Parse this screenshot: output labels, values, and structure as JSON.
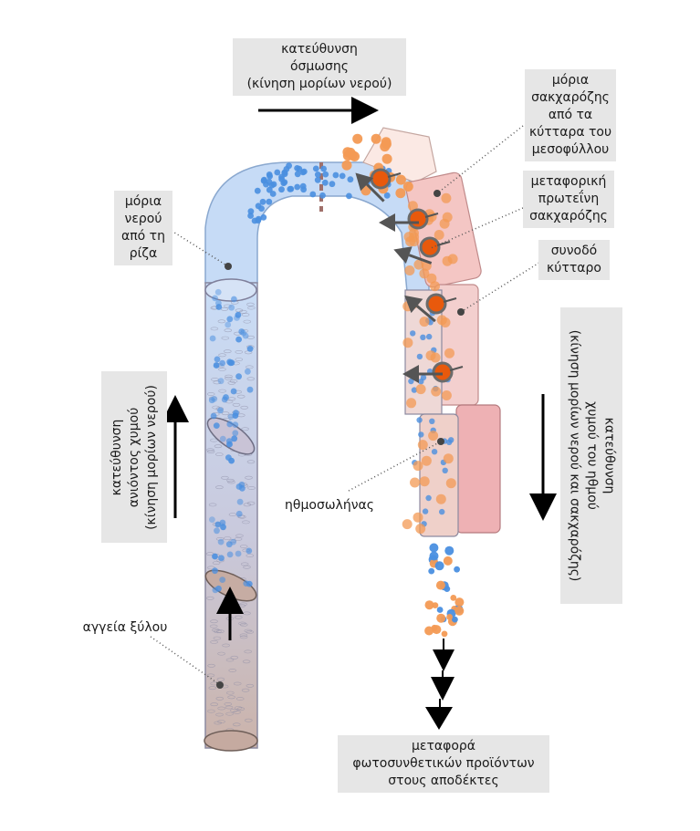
{
  "labels": {
    "osmosis": [
      "κατεύθυνση",
      "όσμωσης",
      "(κίνηση μορίων νερού)"
    ],
    "sucrose_molecules": [
      "μόρια",
      "σακχαρόζης",
      "από τα",
      "κύτταρα του",
      "μεσοφύλλου"
    ],
    "transport_protein": [
      "μεταφορική",
      "πρωτεΐνη",
      "σακχαρόζης"
    ],
    "companion_cell": [
      "συνοδό",
      "κύτταρο"
    ],
    "water_molecules": [
      "μόρια",
      "νερού",
      "από τη",
      "ρίζα"
    ],
    "xylem_ascent": [
      "κατεύθυνση",
      "ανιόντος χυμού",
      "(κίνηση μορίων νερού)"
    ],
    "phloem_descent": [
      "κατεύθυνση",
      "χυμού του ηθμού",
      "(κίνηση μορίων νερού και σακχαρόζης)"
    ],
    "sieve_tube": "ηθμοσωλήνας",
    "xylem_vessels": "αγγεία ξύλου",
    "transport_products": [
      "μεταφορά",
      "φωτοσυνθετικών προϊόντων",
      "στους αποδέκτες"
    ]
  },
  "colors": {
    "water_molecule": "#4a8fe0",
    "sucrose_molecule": "#f39a54",
    "transport_protein_core": "#e8590c",
    "xylem_tube_top": "#c8dcf6",
    "xylem_tube_bottom": "#cdb6ad",
    "companion_cell": "#f3c4c4",
    "label_background": "#e6e6e6",
    "arrow": "#000000"
  },
  "icons": {
    "flow_arrow": "black-arrow-icon",
    "protein": "transport-protein-icon"
  }
}
